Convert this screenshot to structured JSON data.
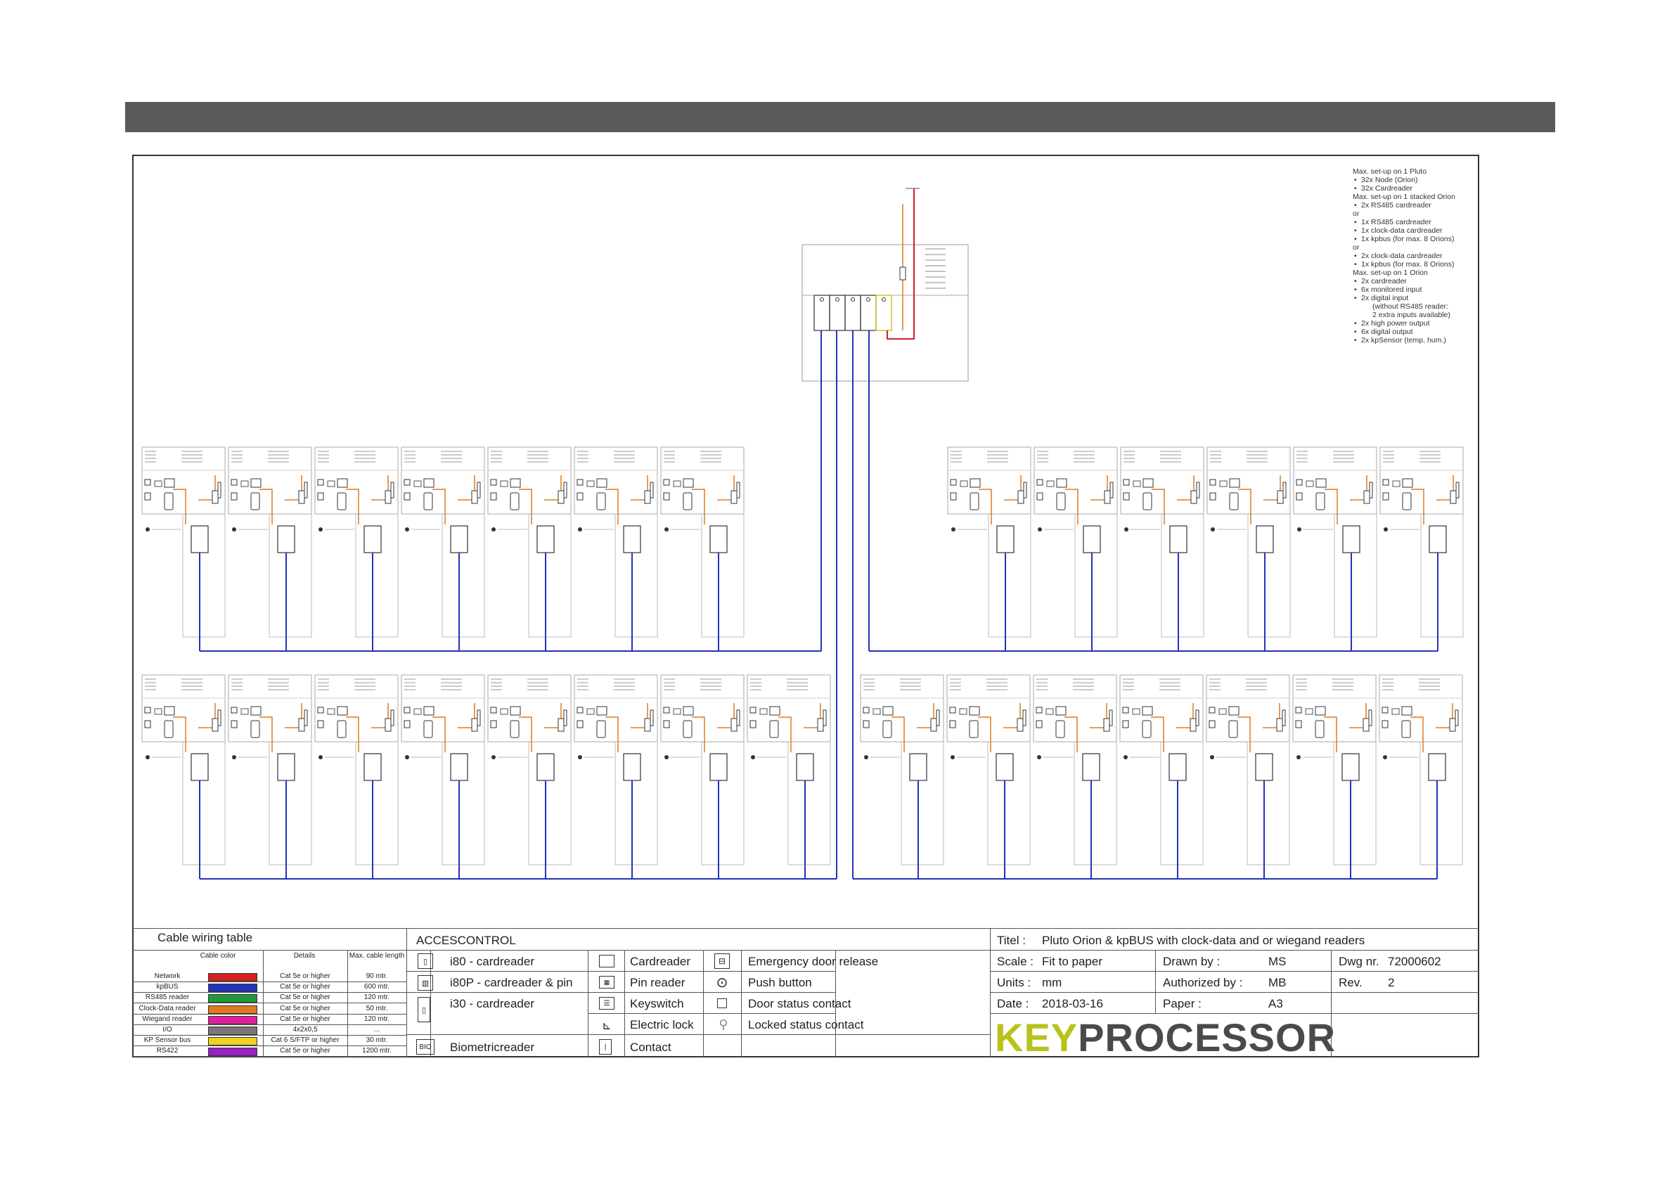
{
  "notes": {
    "lines": [
      {
        "t": "Max. set-up on 1 Pluto",
        "s": "h"
      },
      {
        "t": "32x Node (Orion)",
        "s": "b"
      },
      {
        "t": "32x Cardreader",
        "s": "b"
      },
      {
        "t": "Max. set-up on 1 stacked Orion",
        "s": "h"
      },
      {
        "t": "2x RS485 cardreader",
        "s": "b"
      },
      {
        "t": "or",
        "s": "h"
      },
      {
        "t": "1x RS485 cardreader",
        "s": "b"
      },
      {
        "t": "1x clock-data cardreader",
        "s": "b"
      },
      {
        "t": "1x kpbus (for max. 8 Orions)",
        "s": "b"
      },
      {
        "t": "or",
        "s": "h"
      },
      {
        "t": "2x clock-data cardreader",
        "s": "b"
      },
      {
        "t": "1x kpbus (for max. 8 Orions)",
        "s": "b"
      },
      {
        "t": "Max. set-up on 1 Orion",
        "s": "h"
      },
      {
        "t": "2x cardreader",
        "s": "b"
      },
      {
        "t": "6x monitored input",
        "s": "b"
      },
      {
        "t": "2x digital input",
        "s": "b"
      },
      {
        "t": "(without RS485 reader:",
        "s": "i"
      },
      {
        "t": "2 extra inputs available)",
        "s": "i"
      },
      {
        "t": "2x high power output",
        "s": "b"
      },
      {
        "t": "6x digital output",
        "s": "b"
      },
      {
        "t": "2x kpSensor (temp. hum.)",
        "s": "b"
      }
    ]
  },
  "cable_table": {
    "title": "Cable wiring table",
    "headers": [
      "Cable color",
      "Details",
      "Max. cable length"
    ],
    "rows": [
      {
        "name": "Network",
        "color": "#d42020",
        "details": "Cat 5e or higher",
        "length": "90 mtr."
      },
      {
        "name": "kpBUS",
        "color": "#2233bb",
        "details": "Cat 5e or higher",
        "length": "600 mtr."
      },
      {
        "name": "RS485 reader",
        "color": "#1f9a3a",
        "details": "Cat 5e or higher",
        "length": "120 mtr."
      },
      {
        "name": "Clock-Data reader",
        "color": "#e07a20",
        "details": "Cat 5e or higher",
        "length": "50 mtr."
      },
      {
        "name": "Wiegand reader",
        "color": "#e0209a",
        "details": "Cat 5e or higher",
        "length": "120 mtr."
      },
      {
        "name": "I/O",
        "color": "#777777",
        "details": "4x2x0,5",
        "length": "..."
      },
      {
        "name": "KP Sensor bus",
        "color": "#f0d020",
        "details": "Cat 6 S/FTP or higher",
        "length": "30 mtr."
      },
      {
        "name": "RS422",
        "color": "#9a20c8",
        "details": "Cat 5e or higher",
        "length": "1200 mtr."
      }
    ]
  },
  "legend": {
    "title": "ACCESCONTROL",
    "col1": [
      "i80 - cardreader",
      "i80P - cardreader & pin",
      "i30 - cardreader",
      "Biometricreader"
    ],
    "bio_symbol": "BIO",
    "col2": [
      "Cardreader",
      "Pin reader",
      "Keyswitch",
      "Electric lock",
      "Contact"
    ],
    "col3": [
      "Emergency door release",
      "Push button",
      "Door status contact",
      "Locked status contact"
    ]
  },
  "info": {
    "title_label": "Titel :",
    "title_value": "Pluto Orion & kpBUS with clock-data and or wiegand readers",
    "scale_label": "Scale :",
    "scale_value": "Fit to paper",
    "drawn_label": "Drawn by :",
    "drawn_value": "MS",
    "dwg_label": "Dwg nr.",
    "dwg_value": "72000602",
    "units_label": "Units :",
    "units_value": "mm",
    "auth_label": "Authorized by :",
    "auth_value": "MB",
    "rev_label": "Rev.",
    "rev_value": "2",
    "date_label": "Date :",
    "date_value": "2018-03-16",
    "paper_label": "Paper :",
    "paper_value": "A3",
    "logo_key": "KEY",
    "logo_rest": "PROCESSOR"
  },
  "colors": {
    "kpbus": "#2233bb",
    "network": "#d42020",
    "wire": "#e07a20",
    "border": "#333333",
    "header_bar": "#5a5a5a"
  },
  "diagram": {
    "groups": [
      {
        "row": "top",
        "side": "left",
        "count": 7
      },
      {
        "row": "top",
        "side": "right",
        "count": 6
      },
      {
        "row": "bottom",
        "side": "left",
        "count": 8
      },
      {
        "row": "bottom",
        "side": "right",
        "count": 7
      }
    ]
  }
}
